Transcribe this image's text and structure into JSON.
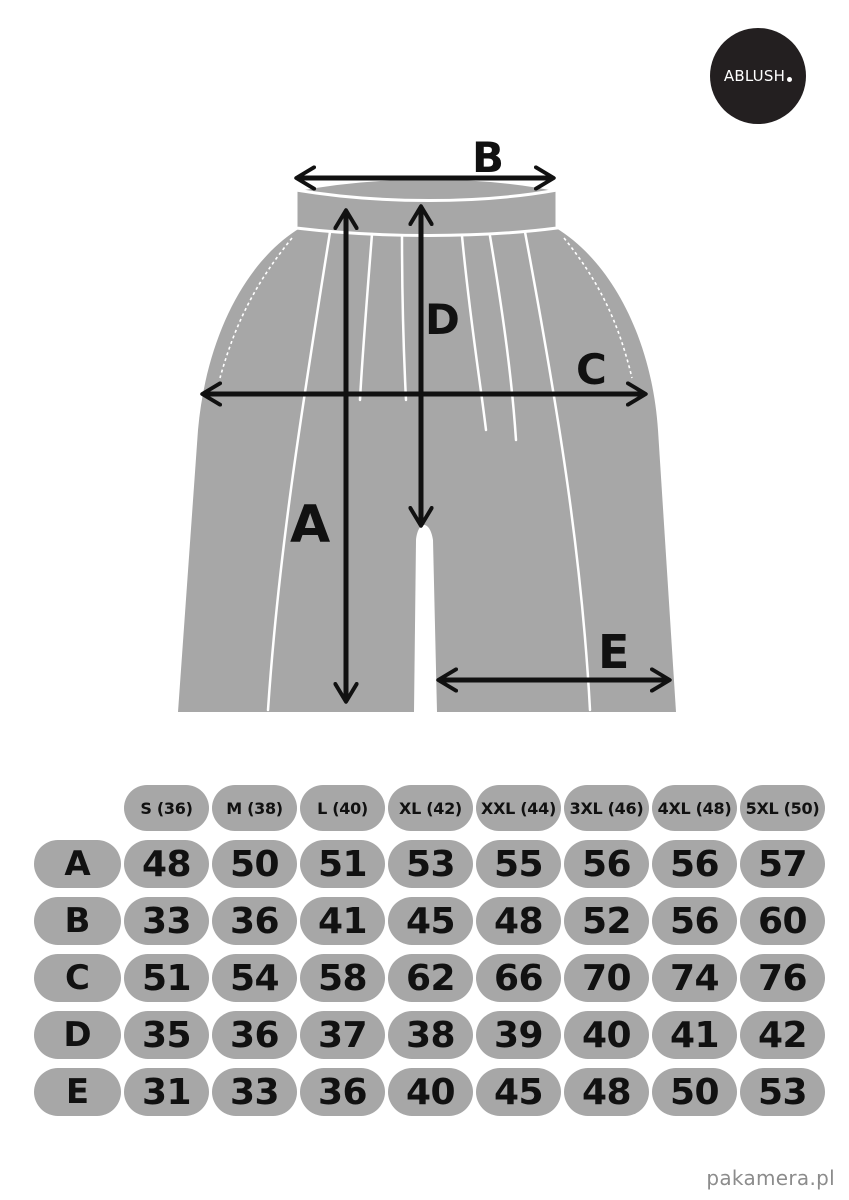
{
  "brand": {
    "logo_text": "ABLUSH"
  },
  "diagram": {
    "labels": {
      "a": "A",
      "b": "B",
      "c": "C",
      "d": "D",
      "e": "E"
    }
  },
  "size_table": {
    "headers": [
      "S (36)",
      "M (38)",
      "L (40)",
      "XL (42)",
      "XXL (44)",
      "3XL (46)",
      "4XL (48)",
      "5XL (50)"
    ],
    "rows": [
      {
        "label": "A",
        "values": [
          "48",
          "50",
          "51",
          "53",
          "55",
          "56",
          "56",
          "57"
        ]
      },
      {
        "label": "B",
        "values": [
          "33",
          "36",
          "41",
          "45",
          "48",
          "52",
          "56",
          "60"
        ]
      },
      {
        "label": "C",
        "values": [
          "51",
          "54",
          "58",
          "62",
          "66",
          "70",
          "74",
          "76"
        ]
      },
      {
        "label": "D",
        "values": [
          "35",
          "36",
          "37",
          "38",
          "39",
          "40",
          "41",
          "42"
        ]
      },
      {
        "label": "E",
        "values": [
          "31",
          "33",
          "36",
          "40",
          "45",
          "48",
          "50",
          "53"
        ]
      }
    ]
  },
  "watermark": "pakamera.pl",
  "colors": {
    "garment": "#a7a7a7",
    "pill": "#a7a7a7",
    "ink": "#111111",
    "logo_bg": "#231f20"
  }
}
